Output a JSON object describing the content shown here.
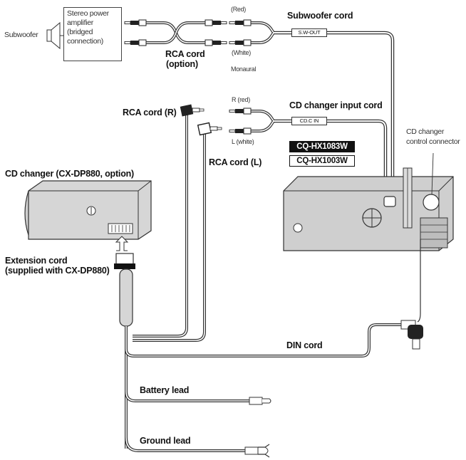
{
  "labels": {
    "subwoofer": "Subwoofer",
    "amplifier_lines": [
      "Stereo power",
      "amplifier",
      "(bridged",
      "connection)"
    ],
    "red_top": "(Red)",
    "white_top": "(White)",
    "monaural": "Monaural",
    "subwoofer_cord": "Subwoofer cord",
    "sw_out_tag": "S.W-OUT",
    "rca_cord_option_1": "RCA cord",
    "rca_cord_option_2": "(option)",
    "r_red": "R (red)",
    "l_white": "L (white)",
    "cd_changer_input_cord": "CD changer input cord",
    "cdc_in_tag": "CD.C IN",
    "rca_cord_r": "RCA cord (R)",
    "rca_cord_l": "RCA cord (L)",
    "model_1": "CQ-HX1083W",
    "model_2": "CQ-HX1003W",
    "cd_changer_control_1": "CD changer",
    "cd_changer_control_2": "control connector",
    "cd_changer": "CD changer (CX-DP880, option)",
    "extension_cord_1": "Extension cord",
    "extension_cord_2": "(supplied with CX-DP880)",
    "din_cord": "DIN cord",
    "battery_lead": "Battery lead",
    "ground_lead": "Ground lead"
  }
}
